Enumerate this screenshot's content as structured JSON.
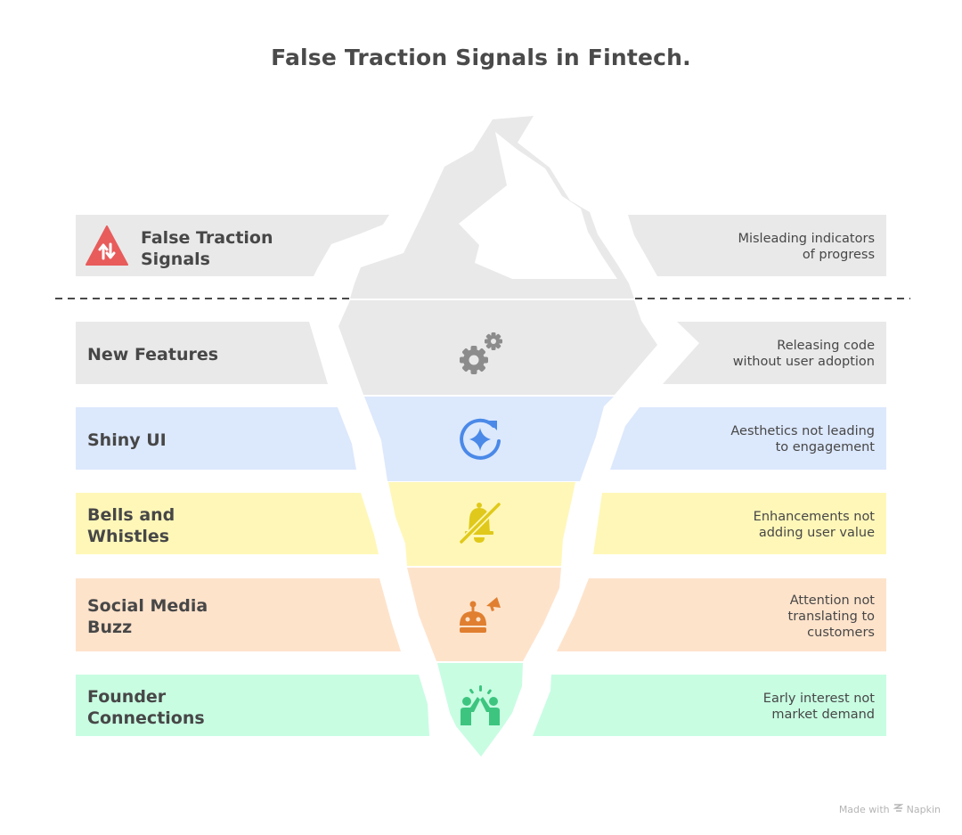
{
  "title": "False Traction Signals in Fintech.",
  "colors": {
    "gray_band": "#e9e9e9",
    "blue_band": "#dce8fc",
    "yellow_band": "#fff7b8",
    "orange_band": "#fee3cb",
    "green_band": "#c8fde2",
    "warning_red": "#e85c5c",
    "gear_gray": "#8c8c8c",
    "sparkle_blue": "#4a89e8",
    "bell_yellow": "#e0c91a",
    "robot_orange": "#e07f30",
    "people_green": "#3dc57f",
    "text": "#474747"
  },
  "top_tier": {
    "label": "False Traction Signals",
    "label_line1": "False Traction",
    "label_line2": "Signals",
    "icon": "warning-up-down-arrows-icon",
    "description_line1": "Misleading indicators",
    "description_line2": "of progress"
  },
  "tiers": [
    {
      "label_line1": "New Features",
      "label_line2": "",
      "icon": "gears-icon",
      "description_line1": "Releasing code",
      "description_line2": "without user adoption",
      "description_line3": ""
    },
    {
      "label_line1": "Shiny UI",
      "label_line2": "",
      "icon": "sparkle-refresh-icon",
      "description_line1": "Aesthetics not leading",
      "description_line2": "to engagement",
      "description_line3": ""
    },
    {
      "label_line1": "Bells and",
      "label_line2": "Whistles",
      "icon": "bell-off-icon",
      "description_line1": "Enhancements not",
      "description_line2": "adding user value",
      "description_line3": ""
    },
    {
      "label_line1": "Social Media",
      "label_line2": "Buzz",
      "icon": "robot-megaphone-icon",
      "description_line1": "Attention not",
      "description_line2": "translating to",
      "description_line3": "customers"
    },
    {
      "label_line1": "Founder",
      "label_line2": "Connections",
      "icon": "high-five-icon",
      "description_line1": "Early interest not",
      "description_line2": "market demand",
      "description_line3": ""
    }
  ],
  "footer": {
    "made_with": "Made with",
    "brand": "Napkin"
  }
}
